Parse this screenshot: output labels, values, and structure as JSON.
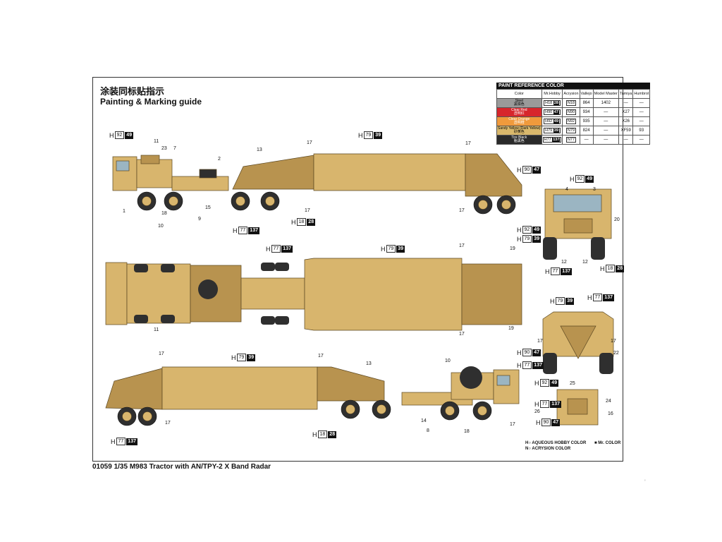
{
  "header": {
    "title_cn": "涂装同标贴指示",
    "title_en": "Painting & Marking guide"
  },
  "footer": {
    "product": "01059 1/35 M983 Tractor with AN/TPY-2 X Band Radar"
  },
  "colors": {
    "tan": "#d8b56d",
    "tan_dark": "#b8934f",
    "tire": "#2f2f2f",
    "glass": "#9bb5c2"
  },
  "paint_table": {
    "caption": "PAINT  REFERENCE COLOR",
    "headers": [
      "Color",
      "Mr.Hobby",
      "Acrysion",
      "Vallejo",
      "Model Master",
      "Tamiya",
      "Humbrol"
    ],
    "rows": [
      {
        "color_en": "Steel",
        "color_cn": "黑铁色",
        "swatch": "#9a9a9a",
        "hobby": "18",
        "hobby_code": "28",
        "acrysion": "18",
        "vallejo": "864",
        "master": "1402",
        "tamiya": "—",
        "humbrol": "—"
      },
      {
        "color_en": "Clear Red",
        "color_cn": "透明红",
        "swatch": "#d7262c",
        "hobby": "90",
        "hobby_code": "47",
        "acrysion": "90",
        "vallejo": "934",
        "master": "—",
        "tamiya": "X27",
        "humbrol": "—"
      },
      {
        "color_en": "Clear Orange",
        "color_cn": "透明橙",
        "swatch": "#f09a3c",
        "hobby": "92",
        "hobby_code": "49",
        "acrysion": "92",
        "vallejo": "935",
        "master": "—",
        "tamiya": "X26",
        "humbrol": "—"
      },
      {
        "color_en": "Sandy Yellow (Dark Yellow)",
        "color_cn": "砂黄色",
        "swatch": "#d9b86c",
        "hobby": "79",
        "hobby_code": "39",
        "acrysion": "79",
        "vallejo": "824",
        "master": "—",
        "tamiya": "XF59",
        "humbrol": "93"
      },
      {
        "color_en": "Tire Black",
        "color_cn": "胎黑色",
        "swatch": "#2a2a2a",
        "hobby": "77",
        "hobby_code": "137",
        "acrysion": "77",
        "vallejo": "—",
        "master": "—",
        "tamiya": "—",
        "humbrol": "—"
      }
    ]
  },
  "callouts": [
    {
      "id": "c1",
      "h": "92",
      "code": "49"
    },
    {
      "id": "c2",
      "h": "79",
      "code": "39"
    },
    {
      "id": "c3",
      "h": "90",
      "code": "47"
    },
    {
      "id": "c4",
      "h": "77",
      "code": "137"
    },
    {
      "id": "c5",
      "h": "18",
      "code": "28"
    },
    {
      "id": "c6",
      "h": "92",
      "code": "49"
    },
    {
      "id": "c7",
      "h": "92",
      "code": "49"
    },
    {
      "id": "c8",
      "h": "79",
      "code": "39"
    },
    {
      "id": "c9",
      "h": "77",
      "code": "137"
    },
    {
      "id": "c10",
      "h": "18",
      "code": "28"
    },
    {
      "id": "c11",
      "h": "77",
      "code": "137"
    },
    {
      "id": "c12",
      "h": "79",
      "code": "39"
    },
    {
      "id": "c13",
      "h": "79",
      "code": "39"
    },
    {
      "id": "c14",
      "h": "77",
      "code": "137"
    },
    {
      "id": "c15",
      "h": "90",
      "code": "47"
    },
    {
      "id": "c16",
      "h": "77",
      "code": "137"
    },
    {
      "id": "c17",
      "h": "79",
      "code": "39"
    },
    {
      "id": "c18",
      "h": "92",
      "code": "49"
    },
    {
      "id": "c19",
      "h": "77",
      "code": "137"
    },
    {
      "id": "c20",
      "h": "90",
      "code": "47"
    },
    {
      "id": "c21",
      "h": "77",
      "code": "137"
    },
    {
      "id": "c22",
      "h": "18",
      "code": "28"
    }
  ],
  "part_numbers": [
    "11",
    "23",
    "7",
    "2",
    "13",
    "17",
    "17",
    "1",
    "18",
    "9",
    "15",
    "10",
    "17",
    "17",
    "4",
    "3",
    "20",
    "12",
    "12",
    "19",
    "17",
    "11",
    "17",
    "19",
    "17",
    "17",
    "22",
    "25",
    "24",
    "26",
    "16",
    "17",
    "13",
    "10",
    "17",
    "17",
    "14",
    "8",
    "18",
    "17"
  ],
  "legend": {
    "hobby": "H○ AQUEOUS HOBBY COLOR",
    "mr": "■ Mr. COLOR",
    "acrysion": "N○ ACRYSION COLOR"
  }
}
